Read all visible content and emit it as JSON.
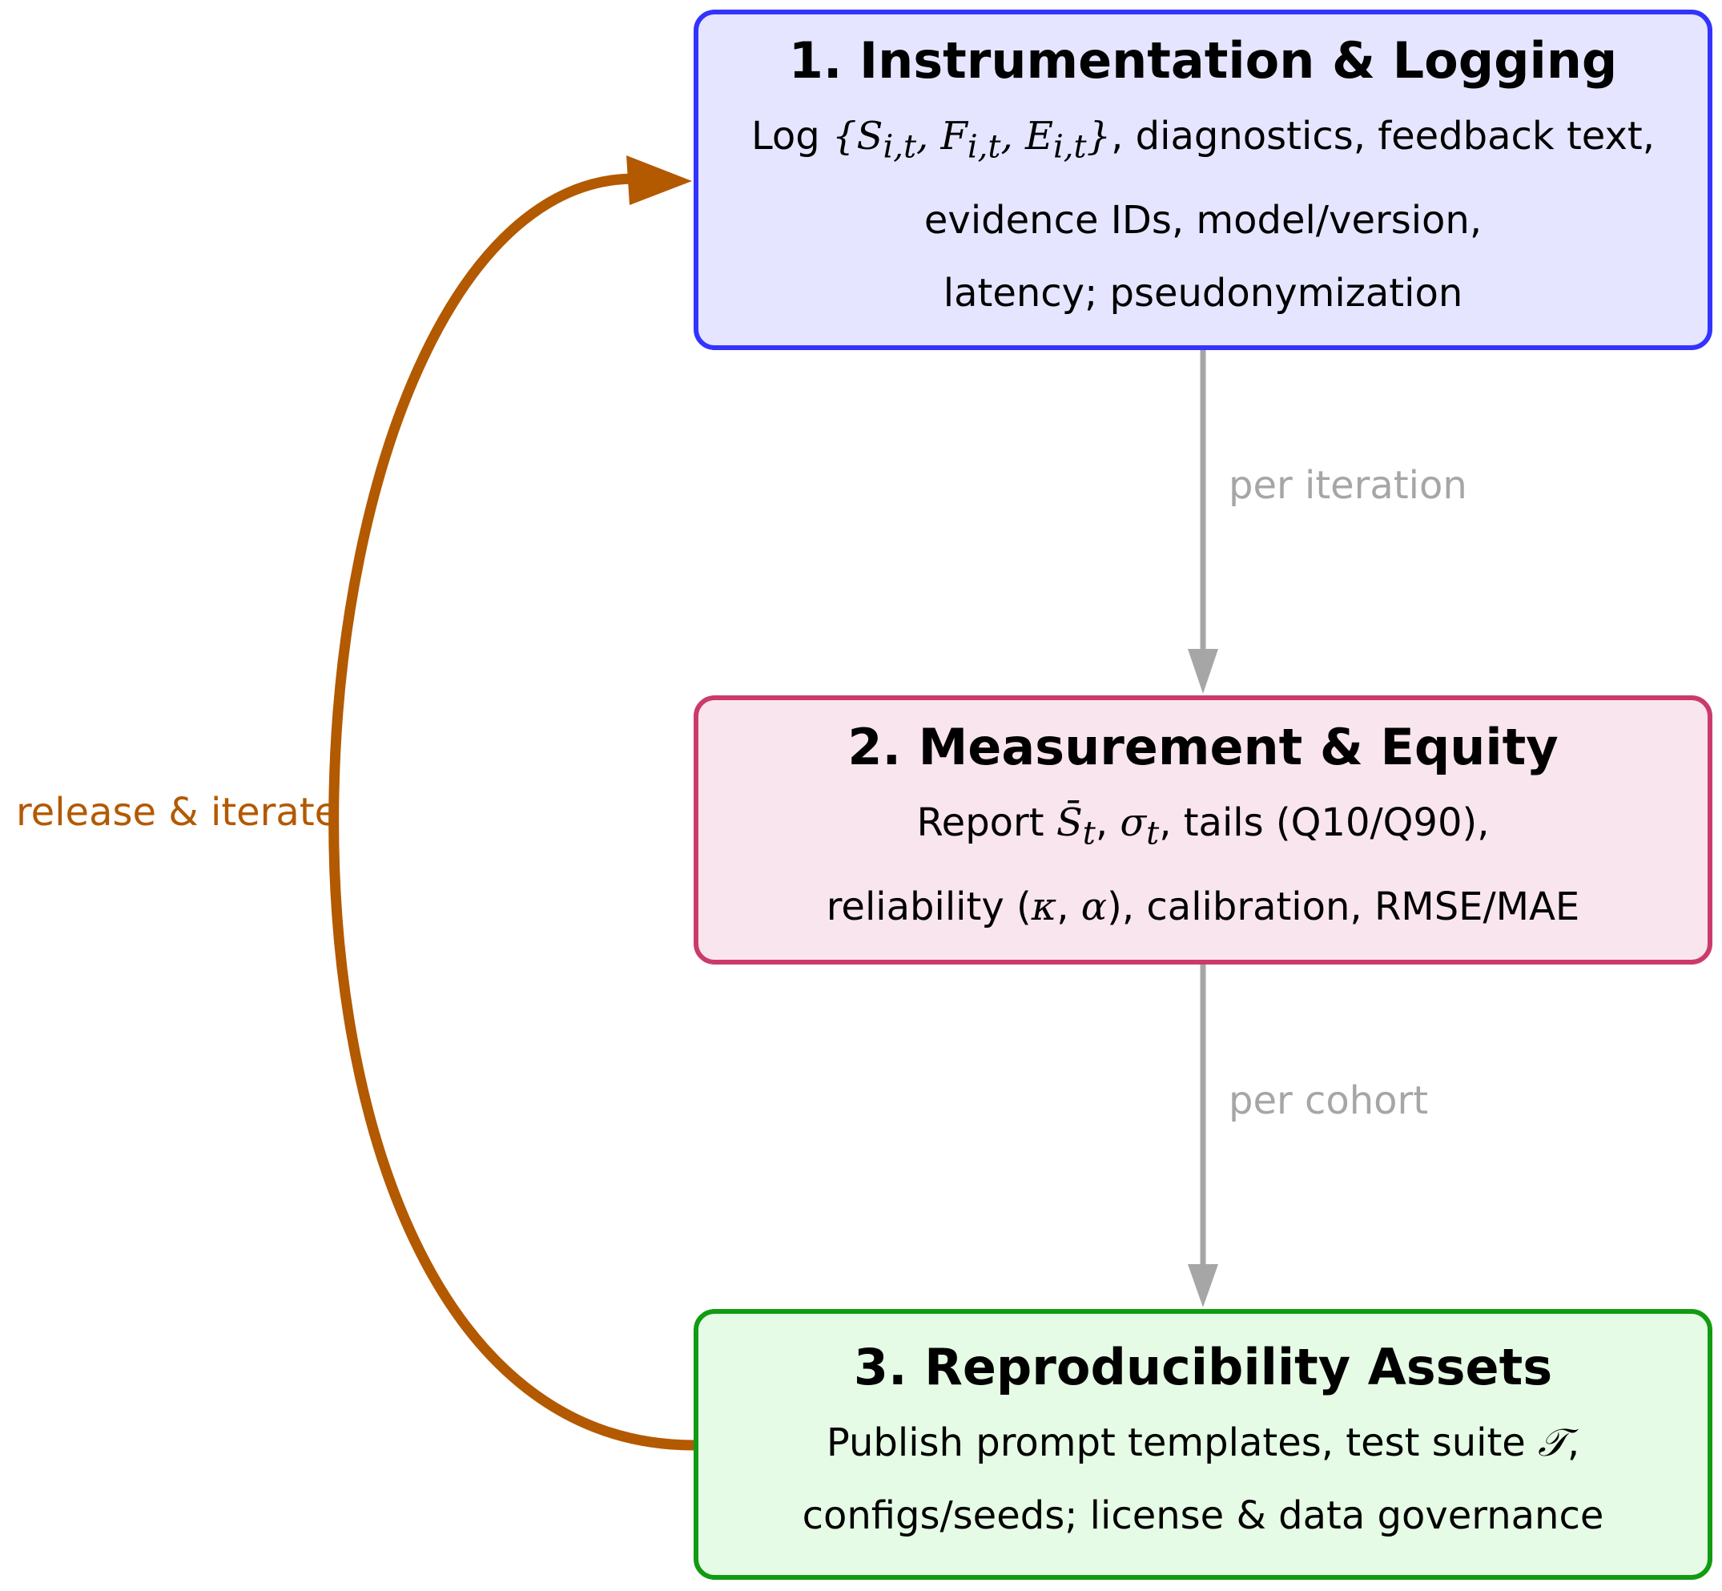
{
  "colors": {
    "box1_fill": "#e5e5ff",
    "box1_border": "#3333ff",
    "box2_fill": "#f9e5ed",
    "box2_border": "#cc3a6b",
    "box3_fill": "#e5fbe5",
    "box3_border": "#129b12",
    "flow_arrow": "#a6a6a6",
    "loop_arrow": "#b35900"
  },
  "boxes": [
    {
      "title": "1. Instrumentation & Logging",
      "lines": [
        "Log {S_i,t, F_i,t, E_i,t}, diagnostics, feedback text,",
        "evidence IDs, model/version,",
        "latency; pseudonymization"
      ]
    },
    {
      "title": "2. Measurement & Equity",
      "lines": [
        "Report S̄_t, σ_t, tails (Q10/Q90),",
        "reliability (κ, α), calibration, RMSE/MAE"
      ]
    },
    {
      "title": "3. Reproducibility Assets",
      "lines": [
        "Publish prompt templates, test suite 𝒯,",
        "configs/seeds; license & data governance"
      ]
    }
  ],
  "rich": {
    "line1_prefix": "Log",
    "line1_suffix": ", diagnostics, feedback text,",
    "S": "S",
    "F": "F",
    "E": "E",
    "sub_it": "i,t",
    "report_prefix": "Report",
    "S_bar": "S̄",
    "sigma": "σ",
    "t": "t",
    "report_suffix": "tails (Q10/Q90),",
    "rel_prefix": "reliability (",
    "kappa": "κ",
    "alpha": "α",
    "rel_suffix": "), calibration, RMSE/MAE",
    "pub_prefix": "Publish prompt templates, test suite",
    "T": "𝒯",
    "pub_suffix": ","
  },
  "edges": {
    "flow_1_to_2": "per iteration",
    "flow_2_to_3": "per cohort",
    "loop_3_to_1": "release & iterate"
  }
}
